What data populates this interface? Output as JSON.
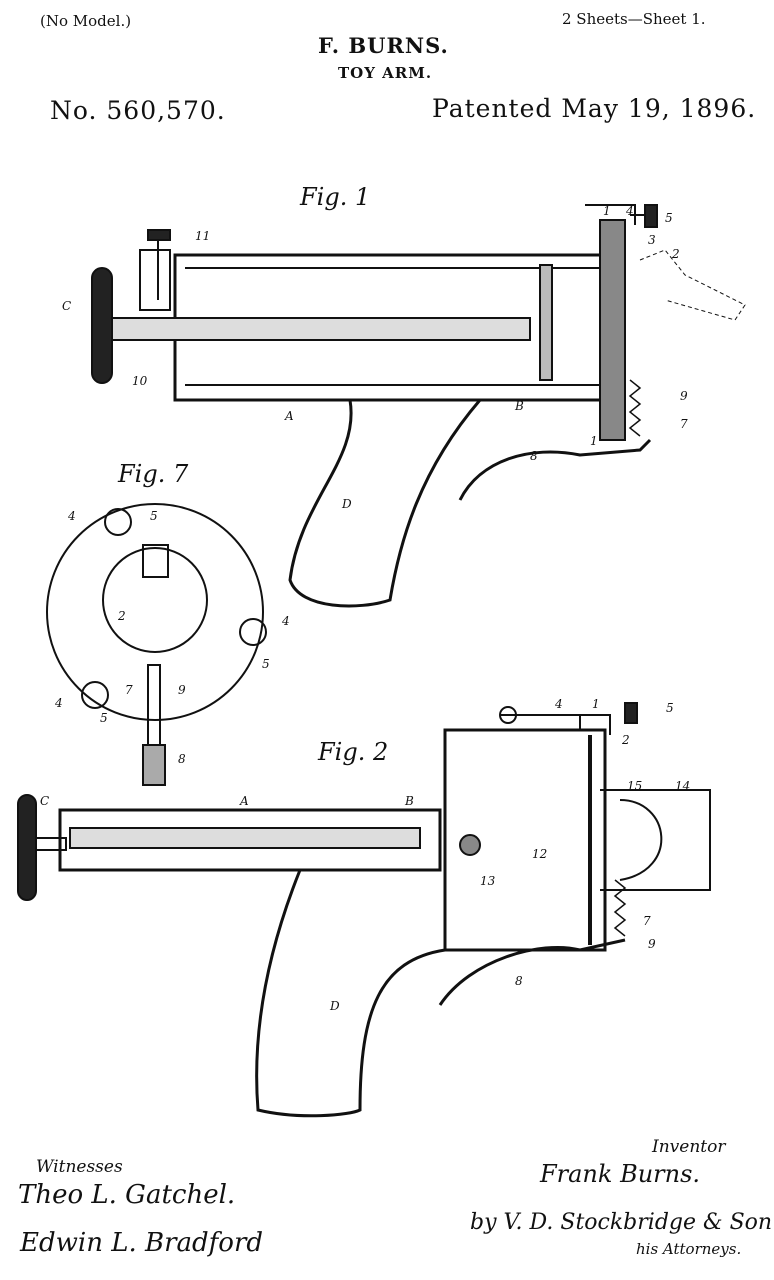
{
  "header": {
    "model_note": "(No Model.)",
    "sheets": "2 Sheets—Sheet 1.",
    "inventor_name": "F. BURNS.",
    "title": "TOY ARM.",
    "patent_number": "No. 560,570.",
    "patent_date": "Patented May 19, 1896."
  },
  "figures": {
    "fig1": {
      "caption": "Fig. 1",
      "labels": [
        "1",
        "4",
        "5",
        "11",
        "3",
        "2",
        "C",
        "10",
        "A",
        "B",
        "9",
        "7",
        "1",
        "8",
        "D"
      ]
    },
    "fig7": {
      "caption": "Fig. 7",
      "labels": [
        "4",
        "5",
        "2",
        "4",
        "5",
        "4",
        "5",
        "7",
        "9",
        "8"
      ]
    },
    "fig2": {
      "caption": "Fig. 2",
      "labels": [
        "4",
        "1",
        "5",
        "2",
        "15",
        "14",
        "C",
        "A",
        "B",
        "12",
        "13",
        "7",
        "9",
        "8",
        "D"
      ]
    }
  },
  "footer": {
    "witnesses_label": "Witnesses",
    "witness1": "Theo L. Gatchel.",
    "witness2": "Edwin L. Bradford",
    "inventor_label": "Inventor",
    "inventor_signature": "Frank Burns.",
    "attorney_signature": "by V. D. Stockbridge & Son.",
    "attorneys_label": "his Attorneys."
  }
}
